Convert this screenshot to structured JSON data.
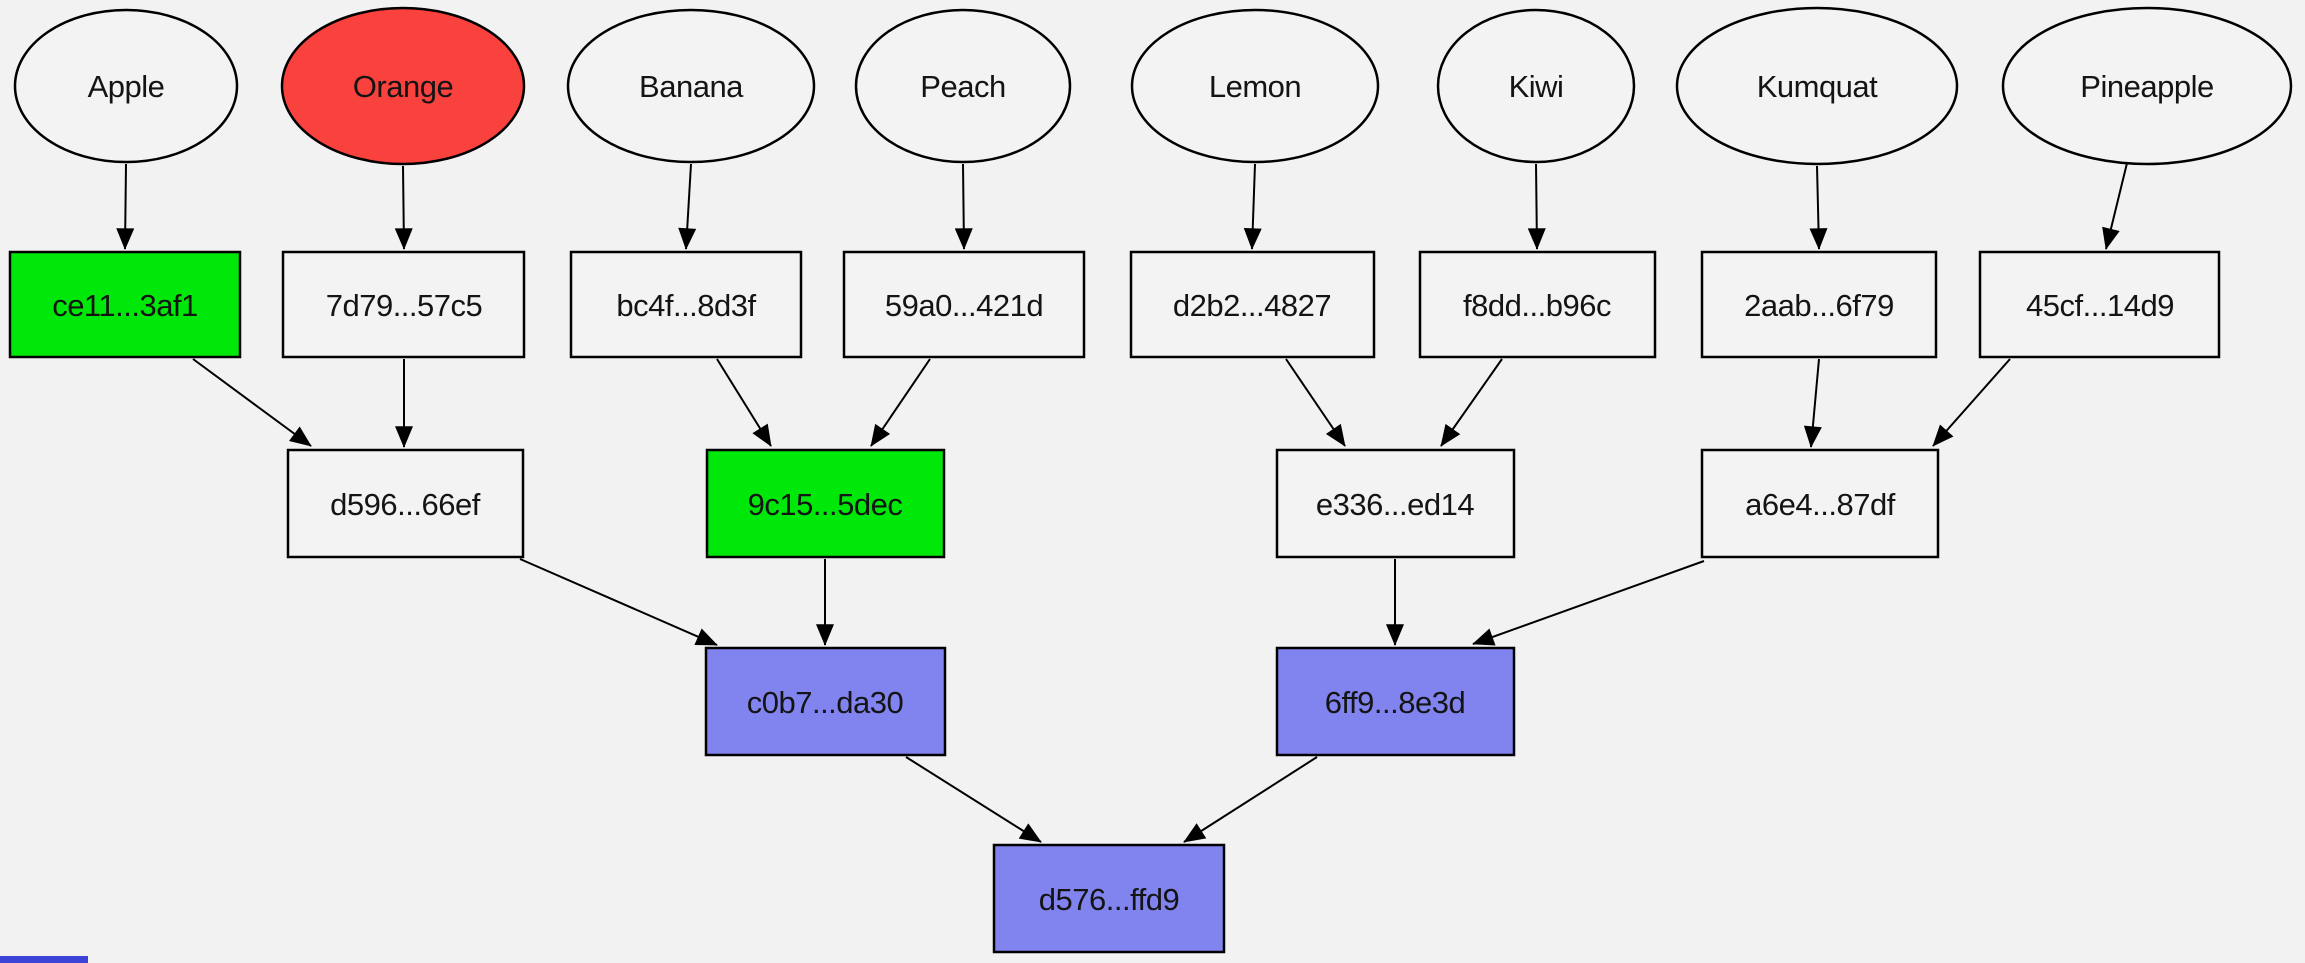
{
  "diagram": {
    "type": "merkle-tree",
    "background": "#f2f2f2",
    "colors": {
      "node_default": "#f3f3f3",
      "green": "#00e70a",
      "red": "#f9413e",
      "purple": "#8184ef",
      "blue": "#3b44d6",
      "stroke": "#000000"
    },
    "fruits": [
      {
        "id": "apple",
        "label": "Apple",
        "highlight": "none"
      },
      {
        "id": "orange",
        "label": "Orange",
        "highlight": "red"
      },
      {
        "id": "banana",
        "label": "Banana",
        "highlight": "none"
      },
      {
        "id": "peach",
        "label": "Peach",
        "highlight": "none"
      },
      {
        "id": "lemon",
        "label": "Lemon",
        "highlight": "none"
      },
      {
        "id": "kiwi",
        "label": "Kiwi",
        "highlight": "none"
      },
      {
        "id": "kumquat",
        "label": "Kumquat",
        "highlight": "none"
      },
      {
        "id": "pineapple",
        "label": "Pineapple",
        "highlight": "none"
      }
    ],
    "leaf_hashes": [
      {
        "label": "ce11...3af1",
        "highlight": "green"
      },
      {
        "label": "7d79...57c5",
        "highlight": "none"
      },
      {
        "label": "bc4f...8d3f",
        "highlight": "none"
      },
      {
        "label": "59a0...421d",
        "highlight": "none"
      },
      {
        "label": "d2b2...4827",
        "highlight": "none"
      },
      {
        "label": "f8dd...b96c",
        "highlight": "none"
      },
      {
        "label": "2aab...6f79",
        "highlight": "none"
      },
      {
        "label": "45cf...14d9",
        "highlight": "none"
      }
    ],
    "branch_hashes": [
      {
        "label": "d596...66ef",
        "highlight": "none"
      },
      {
        "label": "9c15...5dec",
        "highlight": "green"
      },
      {
        "label": "e336...ed14",
        "highlight": "none"
      },
      {
        "label": "a6e4...87df",
        "highlight": "none"
      }
    ],
    "pair_hashes": [
      {
        "label": "c0b7...da30",
        "highlight": "purple"
      },
      {
        "label": "6ff9...8e3d",
        "highlight": "purple"
      }
    ],
    "root_hash": {
      "label": "d576...ffd9",
      "highlight": "purple"
    }
  }
}
